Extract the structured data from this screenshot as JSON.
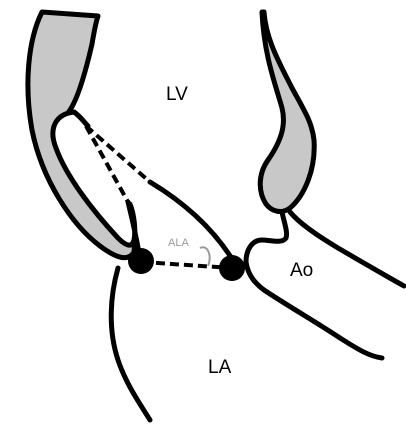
{
  "labels": {
    "lv": "LV",
    "la": "LA",
    "ao": "Ao",
    "ala": "ALA"
  },
  "colors": {
    "wall_fill": "#c8c8c8",
    "outline": "#000000",
    "background": "#ffffff",
    "angle_arc": "#9a9a9a"
  }
}
